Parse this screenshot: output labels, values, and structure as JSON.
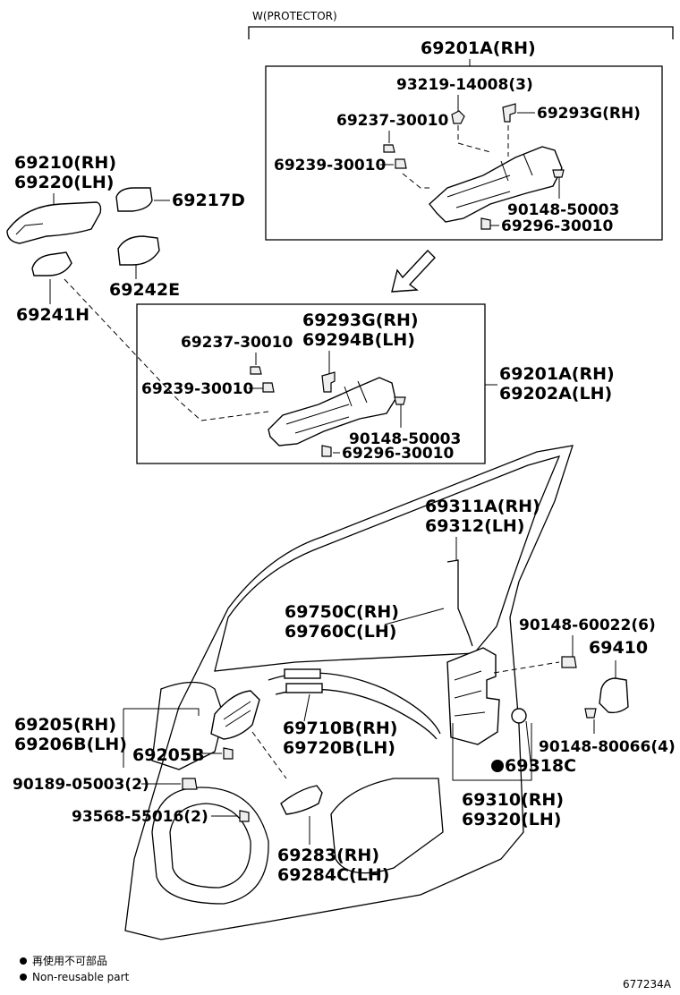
{
  "header": {
    "protector_label": "W(PROTECTOR)"
  },
  "labels": {
    "a_69201A_RH_top": "69201A(RH)",
    "a_93219": "93219-14008(3)",
    "a_69237_top": "69237-30010",
    "a_69293G_top": "69293G(RH)",
    "a_69239_top": "69239-30010",
    "a_90148_50003_top": "90148-50003",
    "a_69296_top": "69296-30010",
    "b_69210": "69210(RH)",
    "b_69220": "69220(LH)",
    "b_69217D": "69217D",
    "b_69242E": "69242E",
    "b_69241H": "69241H",
    "c_69293G": "69293G(RH)",
    "c_69294B": "69294B(LH)",
    "c_69237": "69237-30010",
    "c_69239": "69239-30010",
    "c_90148_50003": "90148-50003",
    "c_69296": "69296-30010",
    "c_69201A_RH": "69201A(RH)",
    "c_69202A_LH": "69202A(LH)",
    "d_69311A": "69311A(RH)",
    "d_69312": "69312(LH)",
    "d_69750C": "69750C(RH)",
    "d_69760C": "69760C(LH)",
    "d_90148_60022": "90148-60022(6)",
    "d_69410": "69410",
    "d_69205_RH": "69205(RH)",
    "d_69206B_LH": "69206B(LH)",
    "d_69205B": "69205B",
    "d_69710B": "69710B(RH)",
    "d_69720B": "69720B(LH)",
    "d_90148_80066": "90148-80066(4)",
    "d_69318C": "69318C",
    "d_90189": "90189-05003(2)",
    "d_93568": "93568-55016(2)",
    "d_69310": "69310(RH)",
    "d_69320": "69320(LH)",
    "d_69283": "69283(RH)",
    "d_69284C": "69284C(LH)"
  },
  "legend": {
    "line1": "再使用不可部品",
    "line2": "Non-reusable part"
  },
  "figure_id": "677234A"
}
